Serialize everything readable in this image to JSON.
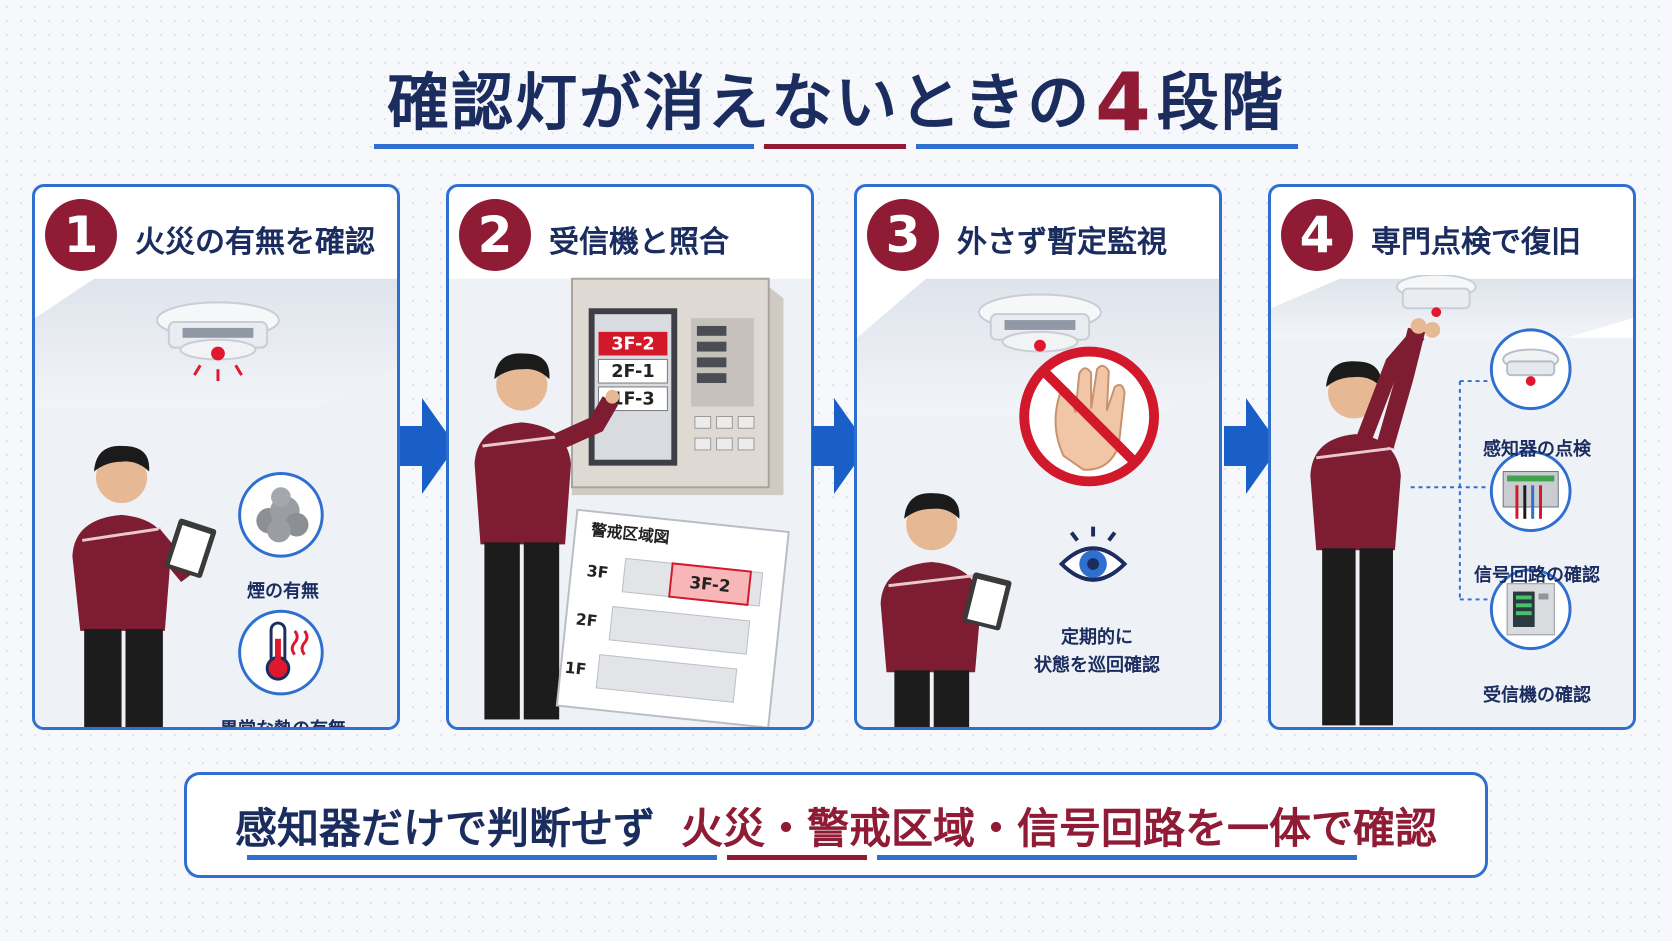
{
  "title": {
    "main": "確認灯が消えないときの",
    "number": "4",
    "suffix": "段階"
  },
  "steps": [
    {
      "number": "1",
      "title": "火災の有無を確認",
      "labels": [
        "煙の有無",
        "異常な熱の有無"
      ]
    },
    {
      "number": "2",
      "title": "受信機と照合",
      "panel_zones": [
        "3F-2",
        "2F-1",
        "1F-3"
      ],
      "map_title": "警戒区域図",
      "map_floors": [
        "3F",
        "2F",
        "1F"
      ],
      "map_highlight": "3F-2"
    },
    {
      "number": "3",
      "title": "外さず暫定監視",
      "labels": [
        "定期的に",
        "状態を巡回確認"
      ]
    },
    {
      "number": "4",
      "title": "専門点検で復旧",
      "labels": [
        "感知器の点検",
        "信号回路の確認",
        "受信機の確認"
      ]
    }
  ],
  "bottom": {
    "part1": "感知器だけで判断せず",
    "part2": "火災・警戒区域・信号回路を一体で確認"
  },
  "colors": {
    "navy": "#1b2c5e",
    "maroon": "#8f1b35",
    "blue": "#2e6fd0",
    "alarm_red": "#e0182d"
  }
}
